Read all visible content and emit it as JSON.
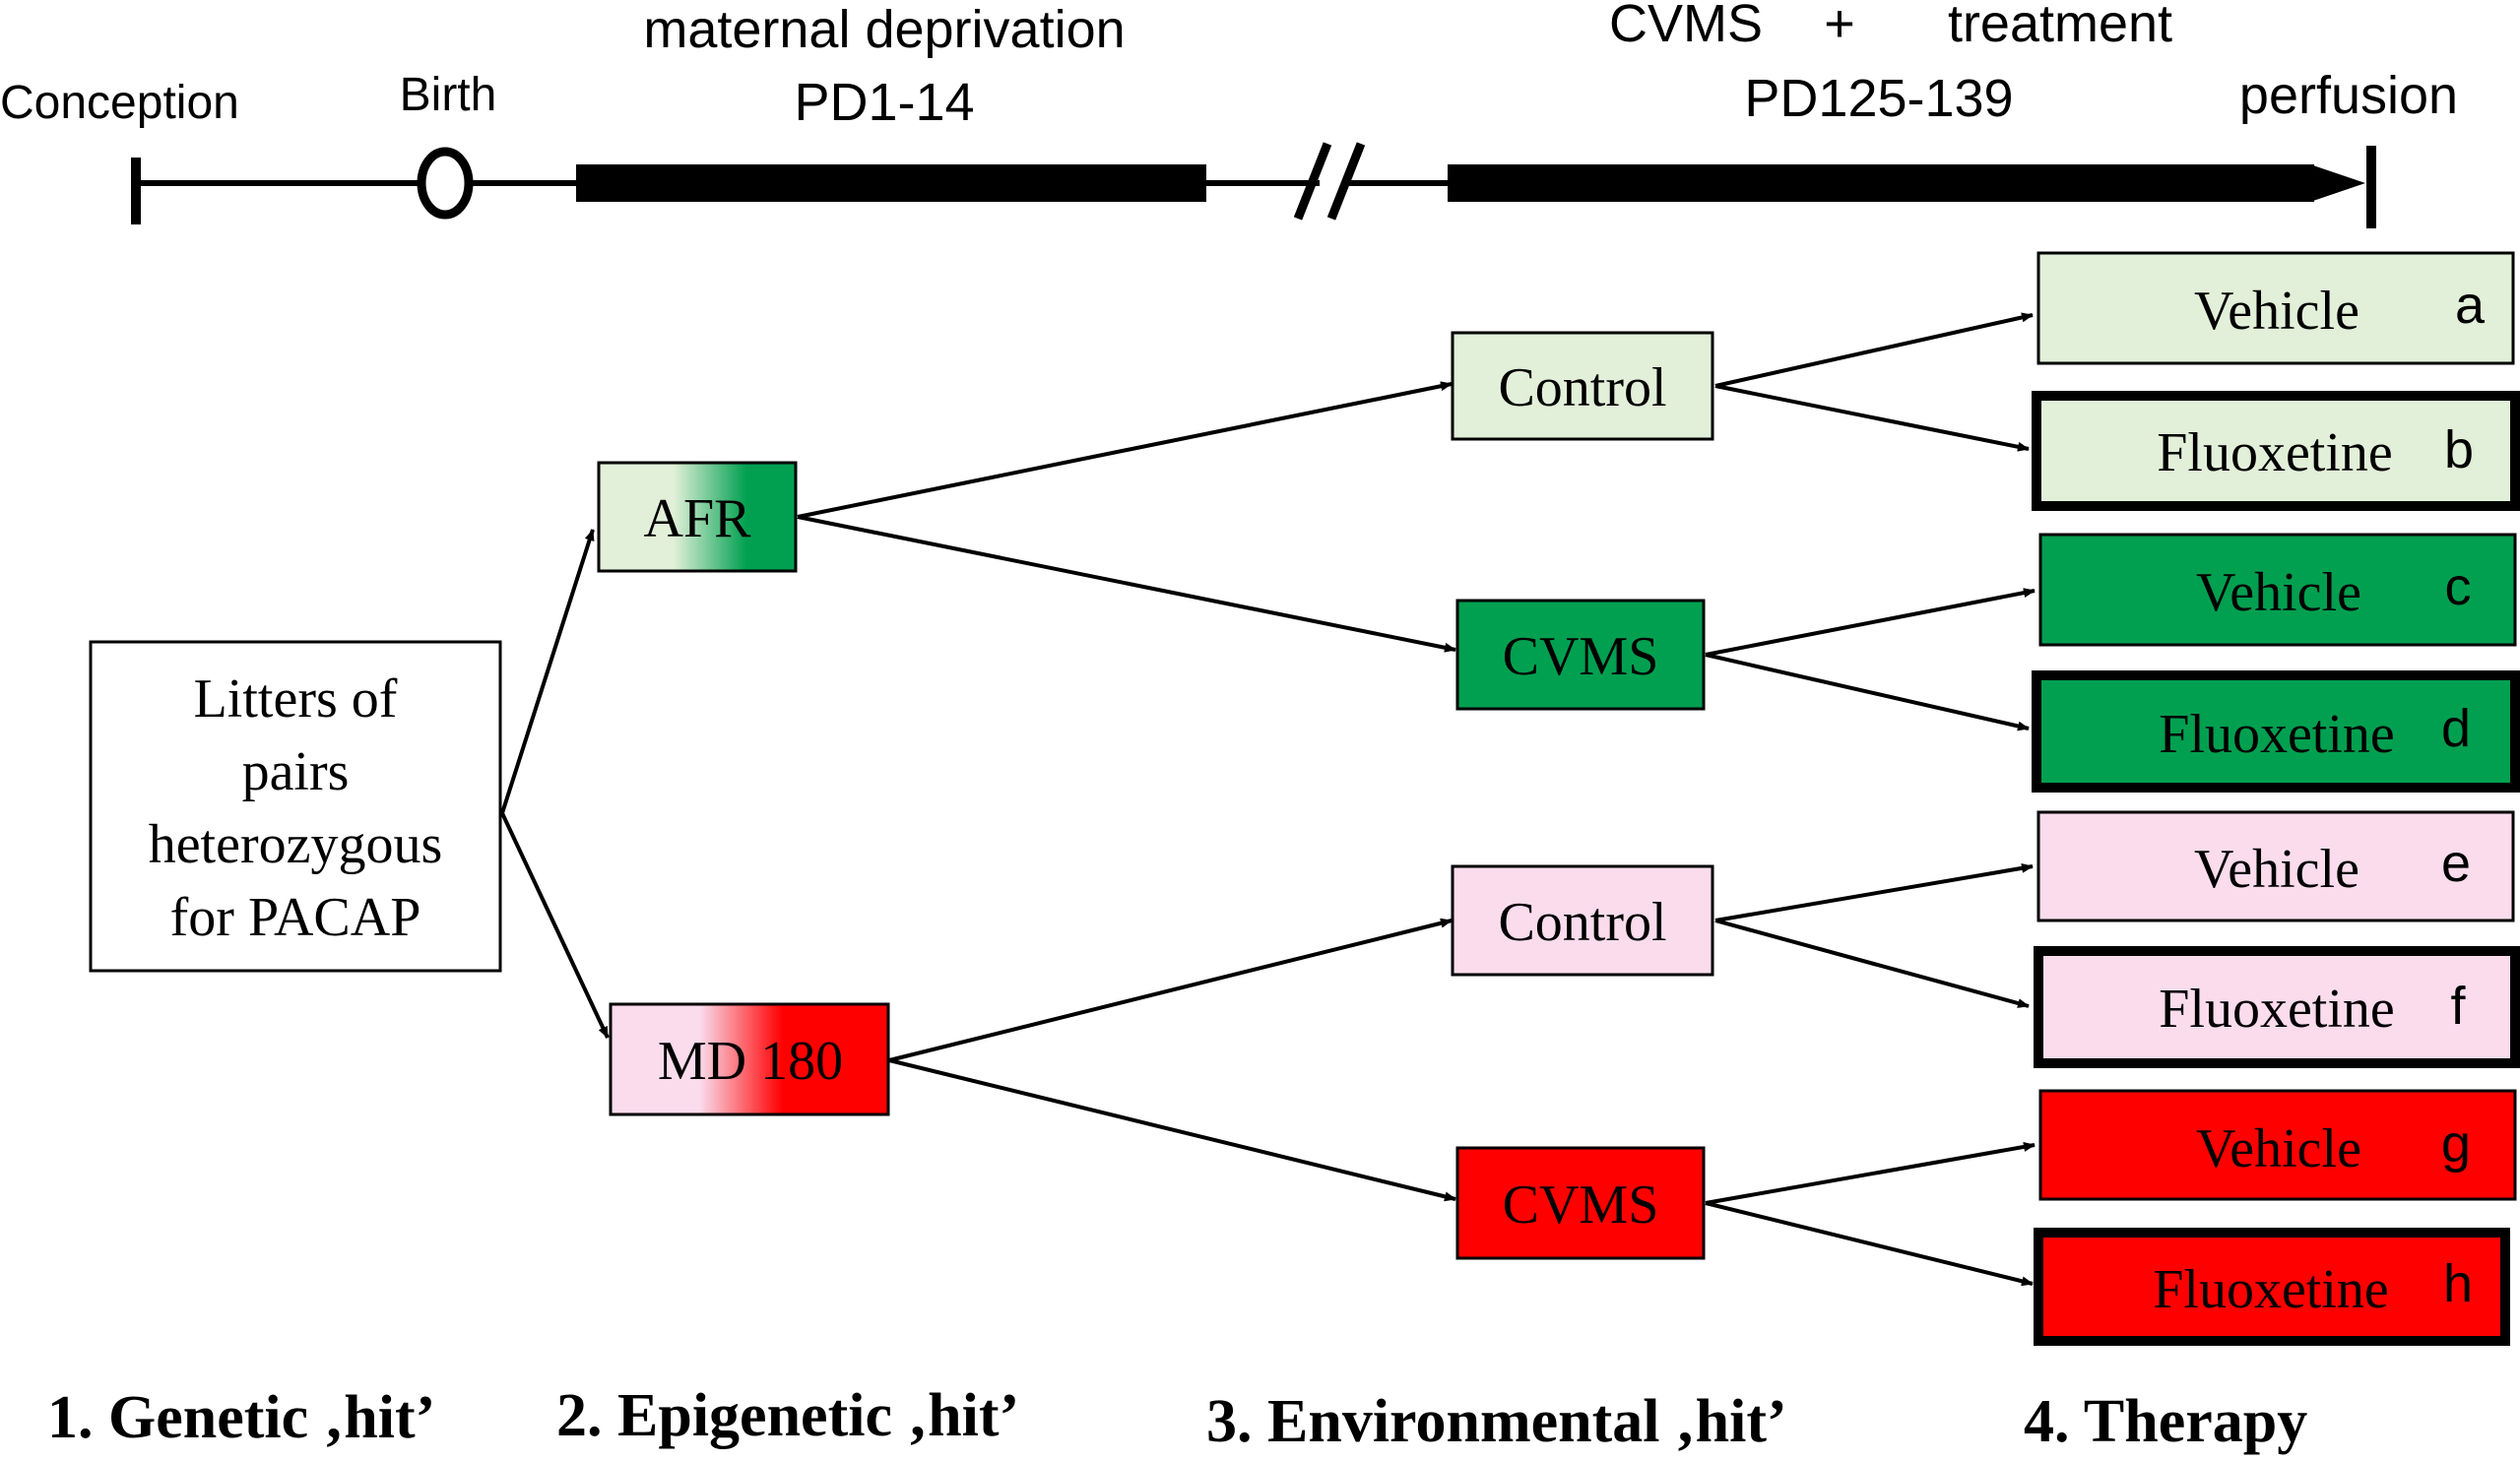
{
  "timeline": {
    "conception": "Conception",
    "birth": "Birth",
    "maternal_line1": "maternal deprivation",
    "maternal_line2": "PD1-14",
    "cvms_word": "CVMS",
    "plus": "+",
    "treatment_word": "treatment",
    "cvms_days": "PD125-139",
    "perfusion": "perfusion"
  },
  "root": {
    "lines": [
      "Litters of",
      "pairs",
      "heterozygous",
      "for PACAP"
    ]
  },
  "epigenetic": {
    "afr": "AFR",
    "md": "MD 180"
  },
  "environment": {
    "control_green": "Control",
    "cvms_green": "CVMS",
    "control_pink": "Control",
    "cvms_pink": "CVMS"
  },
  "therapy": [
    {
      "label": "Vehicle",
      "letter": "a"
    },
    {
      "label": "Fluoxetine",
      "letter": "b"
    },
    {
      "label": "Vehicle",
      "letter": "c"
    },
    {
      "label": "Fluoxetine",
      "letter": "d"
    },
    {
      "label": "Vehicle",
      "letter": "e"
    },
    {
      "label": "Fluoxetine",
      "letter": "f"
    },
    {
      "label": "Vehicle",
      "letter": "g"
    },
    {
      "label": "Fluoxetine",
      "letter": "h"
    }
  ],
  "hits": {
    "h1": "1. Genetic ‚hit’",
    "h2": "2. Epigenetic ‚hit’",
    "h3": "3. Environmental ‚hit’",
    "h4": "4. Therapy"
  },
  "colors": {
    "light_green": "#e2f0d9",
    "green": "#00a050",
    "light_pink": "#fadcec",
    "red": "#ff0000",
    "line": "#000000"
  }
}
